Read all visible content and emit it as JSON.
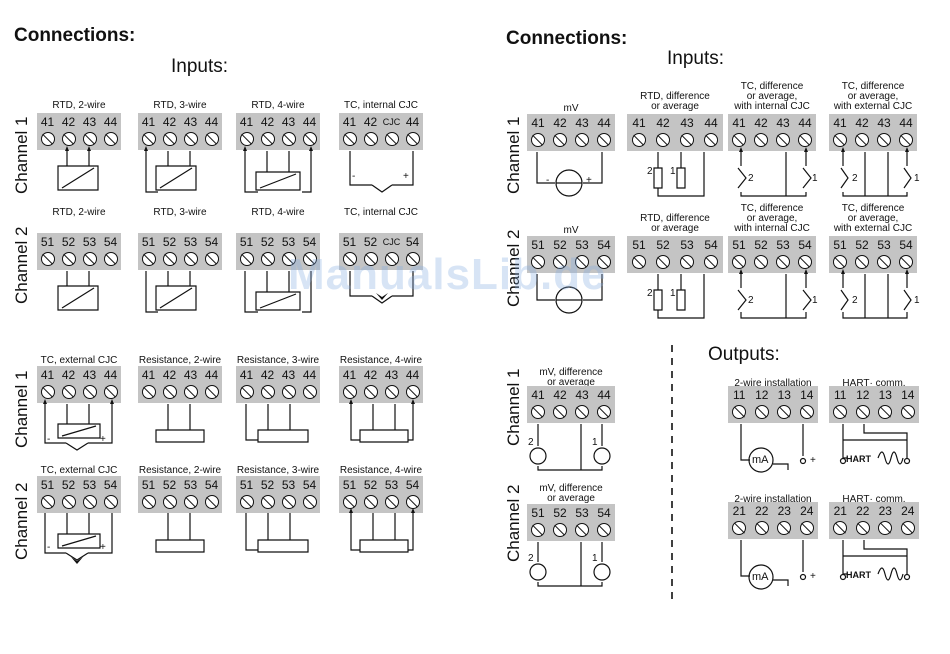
{
  "page": {
    "left_heading": "Connections:",
    "left_inputs_heading": "Inputs:",
    "right_heading": "Connections:",
    "right_inputs_heading": "Inputs:",
    "outputs_heading": "Outputs:",
    "watermark": "ManualsLib.de"
  },
  "channels": {
    "ch1": "Channel 1",
    "ch2": "Channel 2"
  },
  "blocks": [
    {
      "label": "RTD, 2-wire",
      "terms": [
        "41",
        "42",
        "43",
        "44"
      ]
    },
    {
      "label": "RTD, 3-wire",
      "terms": [
        "41",
        "42",
        "43",
        "44"
      ]
    },
    {
      "label": "RTD, 4-wire",
      "terms": [
        "41",
        "42",
        "43",
        "44"
      ]
    },
    {
      "label": "TC, internal CJC",
      "terms": [
        "41",
        "42",
        "CJC",
        "44"
      ]
    },
    {
      "label": "RTD, 2-wire",
      "terms": [
        "51",
        "52",
        "53",
        "54"
      ]
    },
    {
      "label": "RTD, 3-wire",
      "terms": [
        "51",
        "52",
        "53",
        "54"
      ]
    },
    {
      "label": "RTD, 4-wire",
      "terms": [
        "51",
        "52",
        "53",
        "54"
      ]
    },
    {
      "label": "TC, internal CJC",
      "terms": [
        "51",
        "52",
        "CJC",
        "54"
      ]
    },
    {
      "label": "TC, external CJC",
      "terms": [
        "41",
        "42",
        "43",
        "44"
      ]
    },
    {
      "label": "Resistance, 2-wire",
      "terms": [
        "41",
        "42",
        "43",
        "44"
      ]
    },
    {
      "label": "Resistance, 3-wire",
      "terms": [
        "41",
        "42",
        "43",
        "44"
      ]
    },
    {
      "label": "Resistance, 4-wire",
      "terms": [
        "41",
        "42",
        "43",
        "44"
      ]
    },
    {
      "label": "TC, external CJC",
      "terms": [
        "51",
        "52",
        "53",
        "54"
      ]
    },
    {
      "label": "Resistance, 2-wire",
      "terms": [
        "51",
        "52",
        "53",
        "54"
      ]
    },
    {
      "label": "Resistance, 3-wire",
      "terms": [
        "51",
        "52",
        "53",
        "54"
      ]
    },
    {
      "label": "Resistance, 4-wire",
      "terms": [
        "51",
        "52",
        "53",
        "54"
      ]
    },
    {
      "label": "mV",
      "terms": [
        "41",
        "42",
        "43",
        "44"
      ]
    },
    {
      "label": "RTD, difference\nor average",
      "terms": [
        "41",
        "42",
        "43",
        "44"
      ]
    },
    {
      "label": "TC, difference\nor average,\nwith internal CJC",
      "terms": [
        "41",
        "42",
        "43",
        "44"
      ]
    },
    {
      "label": "TC, difference\nor average,\nwith external CJC",
      "terms": [
        "41",
        "42",
        "43",
        "44"
      ]
    },
    {
      "label": "mV",
      "terms": [
        "51",
        "52",
        "53",
        "54"
      ]
    },
    {
      "label": "RTD, difference\nor average",
      "terms": [
        "51",
        "52",
        "53",
        "54"
      ]
    },
    {
      "label": "TC, difference\nor average,\nwith internal CJC",
      "terms": [
        "51",
        "52",
        "53",
        "54"
      ]
    },
    {
      "label": "TC, difference\nor average,\nwith external CJC",
      "terms": [
        "51",
        "52",
        "53",
        "54"
      ]
    },
    {
      "label": "mV, difference\nor average",
      "terms": [
        "41",
        "42",
        "43",
        "44"
      ]
    },
    {
      "label": "mV, difference\nor average",
      "terms": [
        "51",
        "52",
        "53",
        "54"
      ]
    },
    {
      "label": "2-wire installation",
      "terms": [
        "11",
        "12",
        "13",
        "14"
      ]
    },
    {
      "label": "HART·  comm.",
      "terms": [
        "11",
        "12",
        "13",
        "14"
      ]
    },
    {
      "label": "2-wire installation",
      "terms": [
        "21",
        "22",
        "23",
        "24"
      ]
    },
    {
      "label": "HART·  comm.",
      "terms": [
        "21",
        "22",
        "23",
        "24"
      ]
    }
  ],
  "symbols": {
    "minus": "-",
    "plus": "+",
    "ma": "mA",
    "hart": "HART",
    "one": "1",
    "two": "2"
  }
}
